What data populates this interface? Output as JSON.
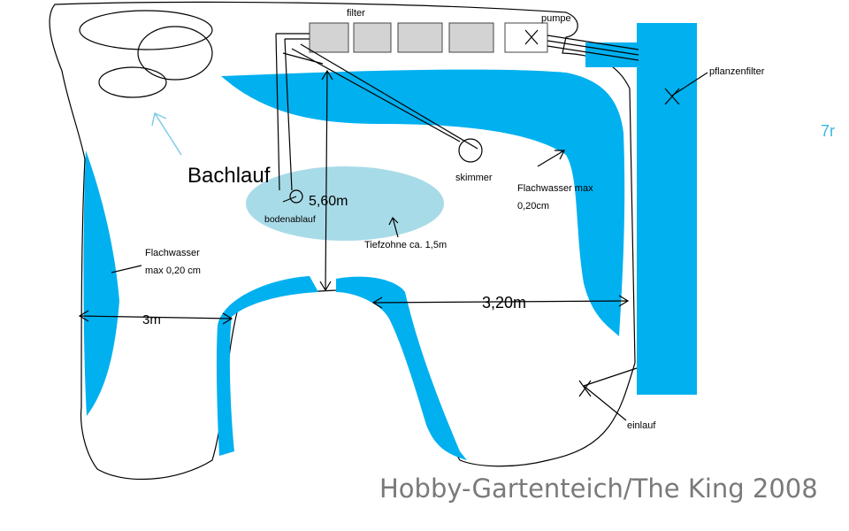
{
  "labels": {
    "filter": "filter",
    "pumpe": "pumpe",
    "pflanzenfilter": "pflanzenfilter",
    "bachlauf": "Bachlauf",
    "bodenablauf": "bodenablauf",
    "skimmer": "skimmer",
    "flachwasser_right_1": "Flachwasser max",
    "flachwasser_right_2": "0,20cm",
    "flachwasser_left_1": "Flachwasser",
    "flachwasser_left_2": "max 0,20 cm",
    "tiefzone": "Tiefzohne ca. 1,5m",
    "dim_length": "5,60m",
    "dim_width": "3,20m",
    "dim_left": "3m",
    "einlauf": "einlauf",
    "edge_mark": "7r",
    "watermark": "Hobby-Gartenteich/The King 2008"
  },
  "colors": {
    "flachwasser": "#00b0ef",
    "tiefzone": "#a8dbe8",
    "filter_box": "#d3d3d3",
    "edge_mark": "#3bb6e0",
    "watermark": "#7a7a7a"
  },
  "icons": {
    "pflanzenfilter_marker": "x-cross",
    "pump_marker": "x-cross",
    "arrow_hint": "light-blue-arrow"
  }
}
